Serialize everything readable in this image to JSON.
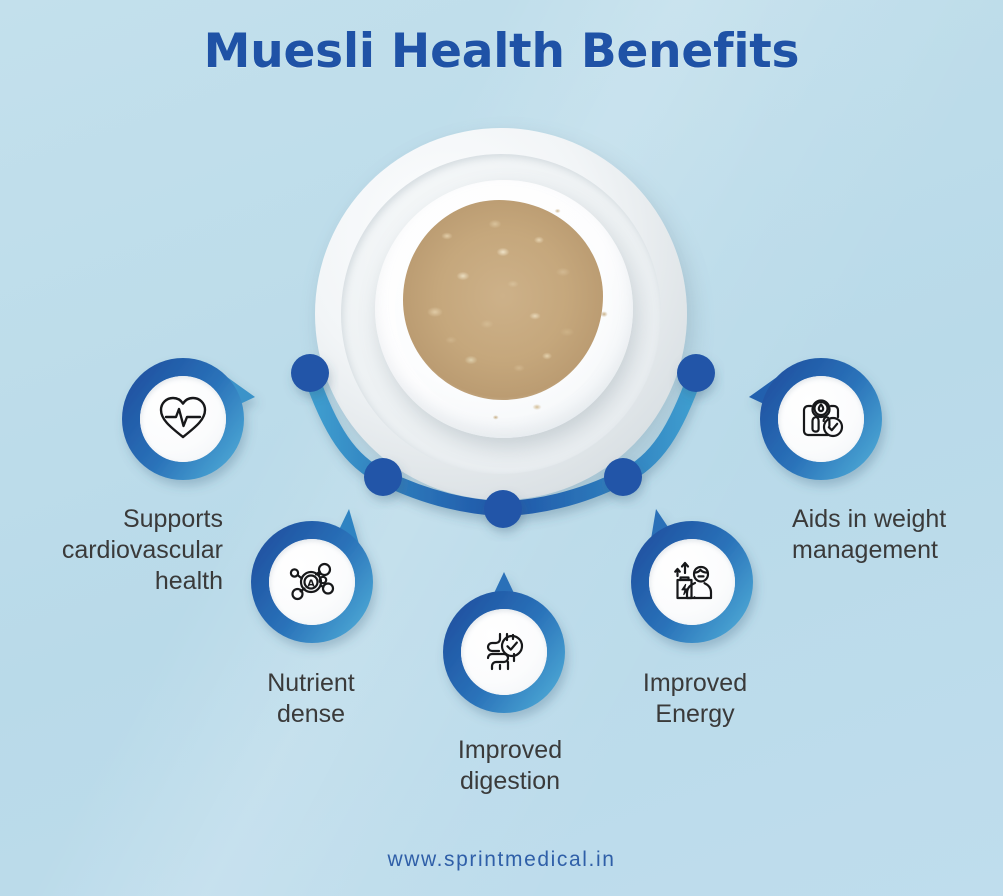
{
  "poster": {
    "title": "Muesli Health Benefits",
    "footer": "www.sprintmedical.in",
    "background_color": "#bddcea",
    "title_color": "#1f52a6",
    "caption_color": "#3a3a3a",
    "accent_dark": "#1f52a6",
    "accent_mid": "#2b6fb5",
    "accent_light": "#3f9fd0",
    "node_color": "#2155a8"
  },
  "center_image": {
    "alt": "bowl-of-muesli",
    "description": "White bowl of muesli on a grey plate, top-down view"
  },
  "benefits": [
    {
      "id": "cardiovascular",
      "label": "Supports\ncardiovascular\nhealth",
      "icon": "heart-pulse-icon"
    },
    {
      "id": "nutrient-dense",
      "label": "Nutrient\ndense",
      "icon": "vitamin-molecule-icon"
    },
    {
      "id": "digestion",
      "label": "Improved\ndigestion",
      "icon": "intestine-check-icon"
    },
    {
      "id": "energy",
      "label": "Improved\nEnergy",
      "icon": "energy-person-icon"
    },
    {
      "id": "weight",
      "label": "Aids in weight\nmanagement",
      "icon": "weight-scale-check-icon"
    }
  ],
  "connector": {
    "node_count": 5,
    "shape": "arc"
  }
}
